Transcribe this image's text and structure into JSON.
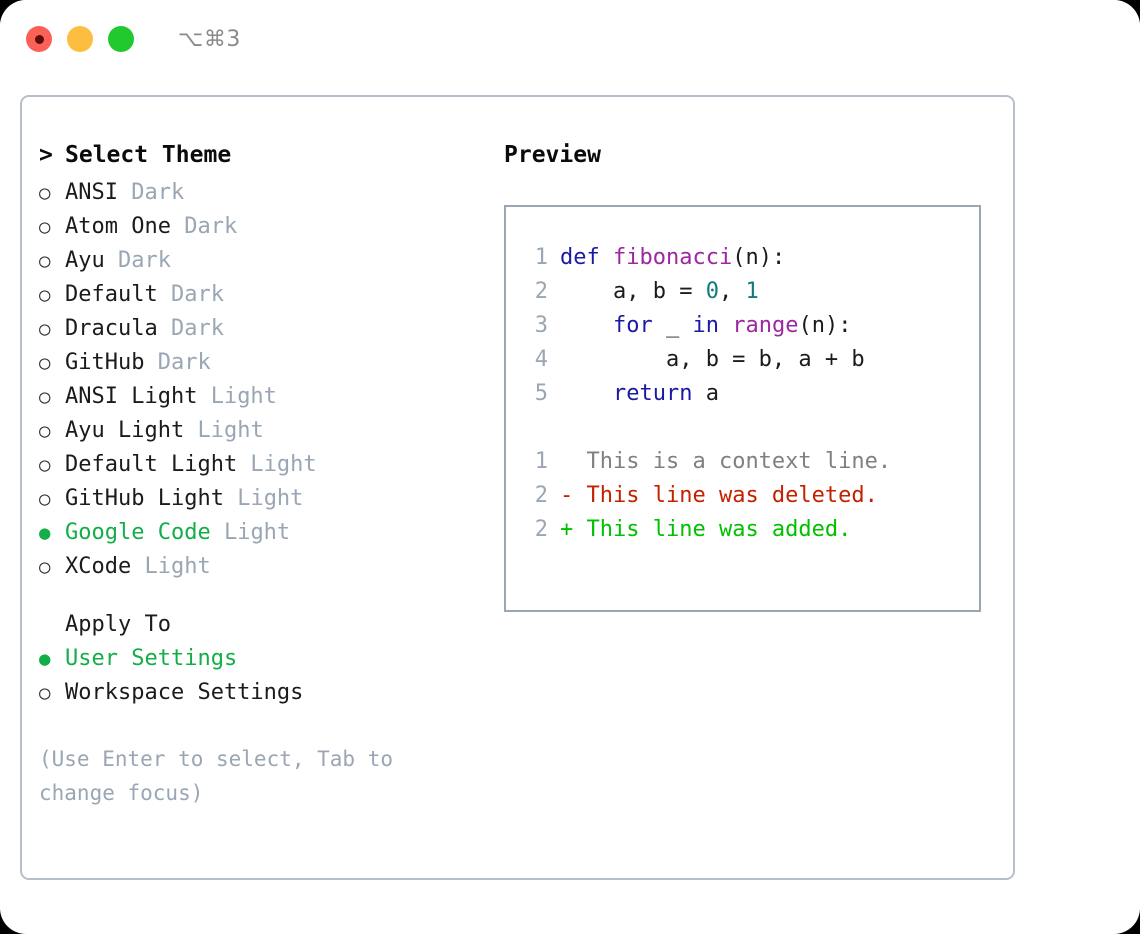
{
  "titlebar": {
    "traffic_lights": [
      {
        "name": "close-button",
        "color": "#fc6158"
      },
      {
        "name": "minimize-button",
        "color": "#fdbd41"
      },
      {
        "name": "maximize-button",
        "color": "#21c92f"
      }
    ],
    "shortcut": "⌥⌘3"
  },
  "theme_picker": {
    "header_caret": ">",
    "header": "Select Theme",
    "bullet_unselected": "○",
    "bullet_selected": "●",
    "items": [
      {
        "label": "ANSI",
        "suffix": "Dark",
        "selected": false
      },
      {
        "label": "Atom One",
        "suffix": "Dark",
        "selected": false
      },
      {
        "label": "Ayu",
        "suffix": "Dark",
        "selected": false
      },
      {
        "label": "Default",
        "suffix": "Dark",
        "selected": false
      },
      {
        "label": "Dracula",
        "suffix": "Dark",
        "selected": false
      },
      {
        "label": "GitHub",
        "suffix": "Dark",
        "selected": false
      },
      {
        "label": "ANSI Light",
        "suffix": "Light",
        "selected": false
      },
      {
        "label": "Ayu Light",
        "suffix": "Light",
        "selected": false
      },
      {
        "label": "Default Light",
        "suffix": "Light",
        "selected": false
      },
      {
        "label": "GitHub Light",
        "suffix": "Light",
        "selected": false
      },
      {
        "label": "Google Code",
        "suffix": "Light",
        "selected": true
      },
      {
        "label": "XCode",
        "suffix": "Light",
        "selected": false
      }
    ]
  },
  "apply_to": {
    "title": "Apply To",
    "items": [
      {
        "label": "User Settings",
        "selected": true
      },
      {
        "label": "Workspace Settings",
        "selected": false
      }
    ]
  },
  "hint": "(Use Enter to select, Tab to change focus)",
  "preview": {
    "title": "Preview",
    "code": [
      {
        "lineno": "1",
        "tokens": [
          {
            "t": "def ",
            "c": "kw"
          },
          {
            "t": "fibonacci",
            "c": "fn"
          },
          {
            "t": "(n):",
            "c": "pl"
          }
        ]
      },
      {
        "lineno": "2",
        "tokens": [
          {
            "t": "    a, b = ",
            "c": "pl"
          },
          {
            "t": "0",
            "c": "num"
          },
          {
            "t": ", ",
            "c": "pl"
          },
          {
            "t": "1",
            "c": "num"
          }
        ]
      },
      {
        "lineno": "3",
        "tokens": [
          {
            "t": "    ",
            "c": "pl"
          },
          {
            "t": "for",
            "c": "kw"
          },
          {
            "t": " _ ",
            "c": "pl"
          },
          {
            "t": "in",
            "c": "kw"
          },
          {
            "t": " ",
            "c": "pl"
          },
          {
            "t": "range",
            "c": "fn"
          },
          {
            "t": "(n):",
            "c": "pl"
          }
        ]
      },
      {
        "lineno": "4",
        "tokens": [
          {
            "t": "        a, b = b, a + b",
            "c": "pl"
          }
        ]
      },
      {
        "lineno": "5",
        "tokens": [
          {
            "t": "    ",
            "c": "pl"
          },
          {
            "t": "return",
            "c": "kw"
          },
          {
            "t": " a",
            "c": "pl"
          }
        ]
      }
    ],
    "diff": [
      {
        "lineno": "1",
        "marker": "  ",
        "text": "This is a context line.",
        "c": "ctx"
      },
      {
        "lineno": "2",
        "marker": "- ",
        "text": "This line was deleted.",
        "c": "del"
      },
      {
        "lineno": "2",
        "marker": "+ ",
        "text": "This line was added.",
        "c": "add"
      }
    ]
  },
  "colors": {
    "accent_green": "#14ae49",
    "muted": "#9aa6b4",
    "keyword": "#1a1aa6",
    "function": "#9c27a0",
    "number": "#0f7b7b",
    "diff_deleted": "#c42100",
    "diff_added": "#00c000",
    "border": "#b6bfcb"
  }
}
